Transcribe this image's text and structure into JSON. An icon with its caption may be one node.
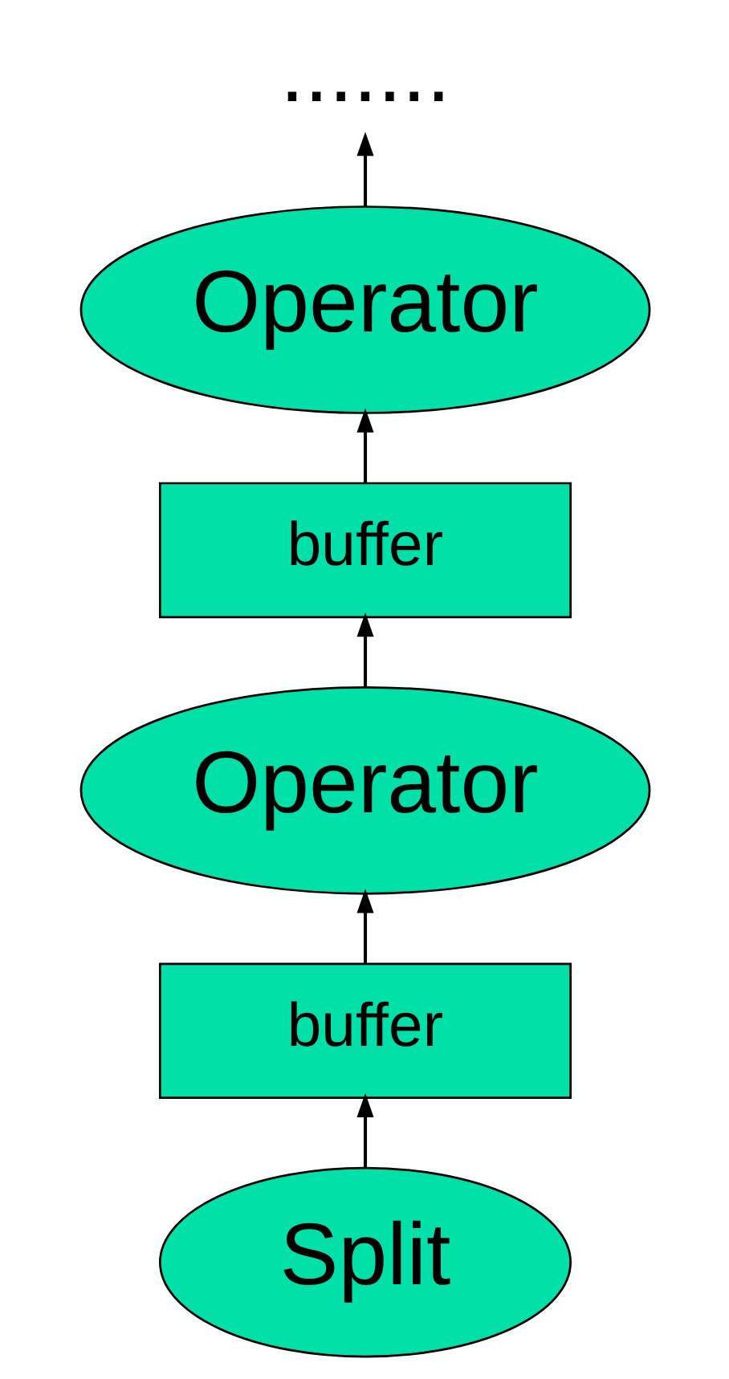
{
  "diagram": {
    "nodes": [
      {
        "text": [
          "......."
        ]
      },
      {
        "text": [
          "Operator"
        ]
      },
      {
        "text": [
          "buffer"
        ]
      },
      {
        "text": [
          "Operator"
        ]
      },
      {
        "text": [
          "buffer"
        ]
      },
      {
        "text": [
          "Split"
        ]
      }
    ],
    "edges": [
      {
        "from": 5,
        "to": 4,
        "arrow": "to"
      },
      {
        "from": 4,
        "to": 3,
        "arrow": "to"
      },
      {
        "from": 3,
        "to": 2,
        "arrow": "to"
      },
      {
        "from": 2,
        "to": 1,
        "arrow": "to"
      },
      {
        "from": 1,
        "to": 0,
        "arrow": "to"
      }
    ]
  }
}
